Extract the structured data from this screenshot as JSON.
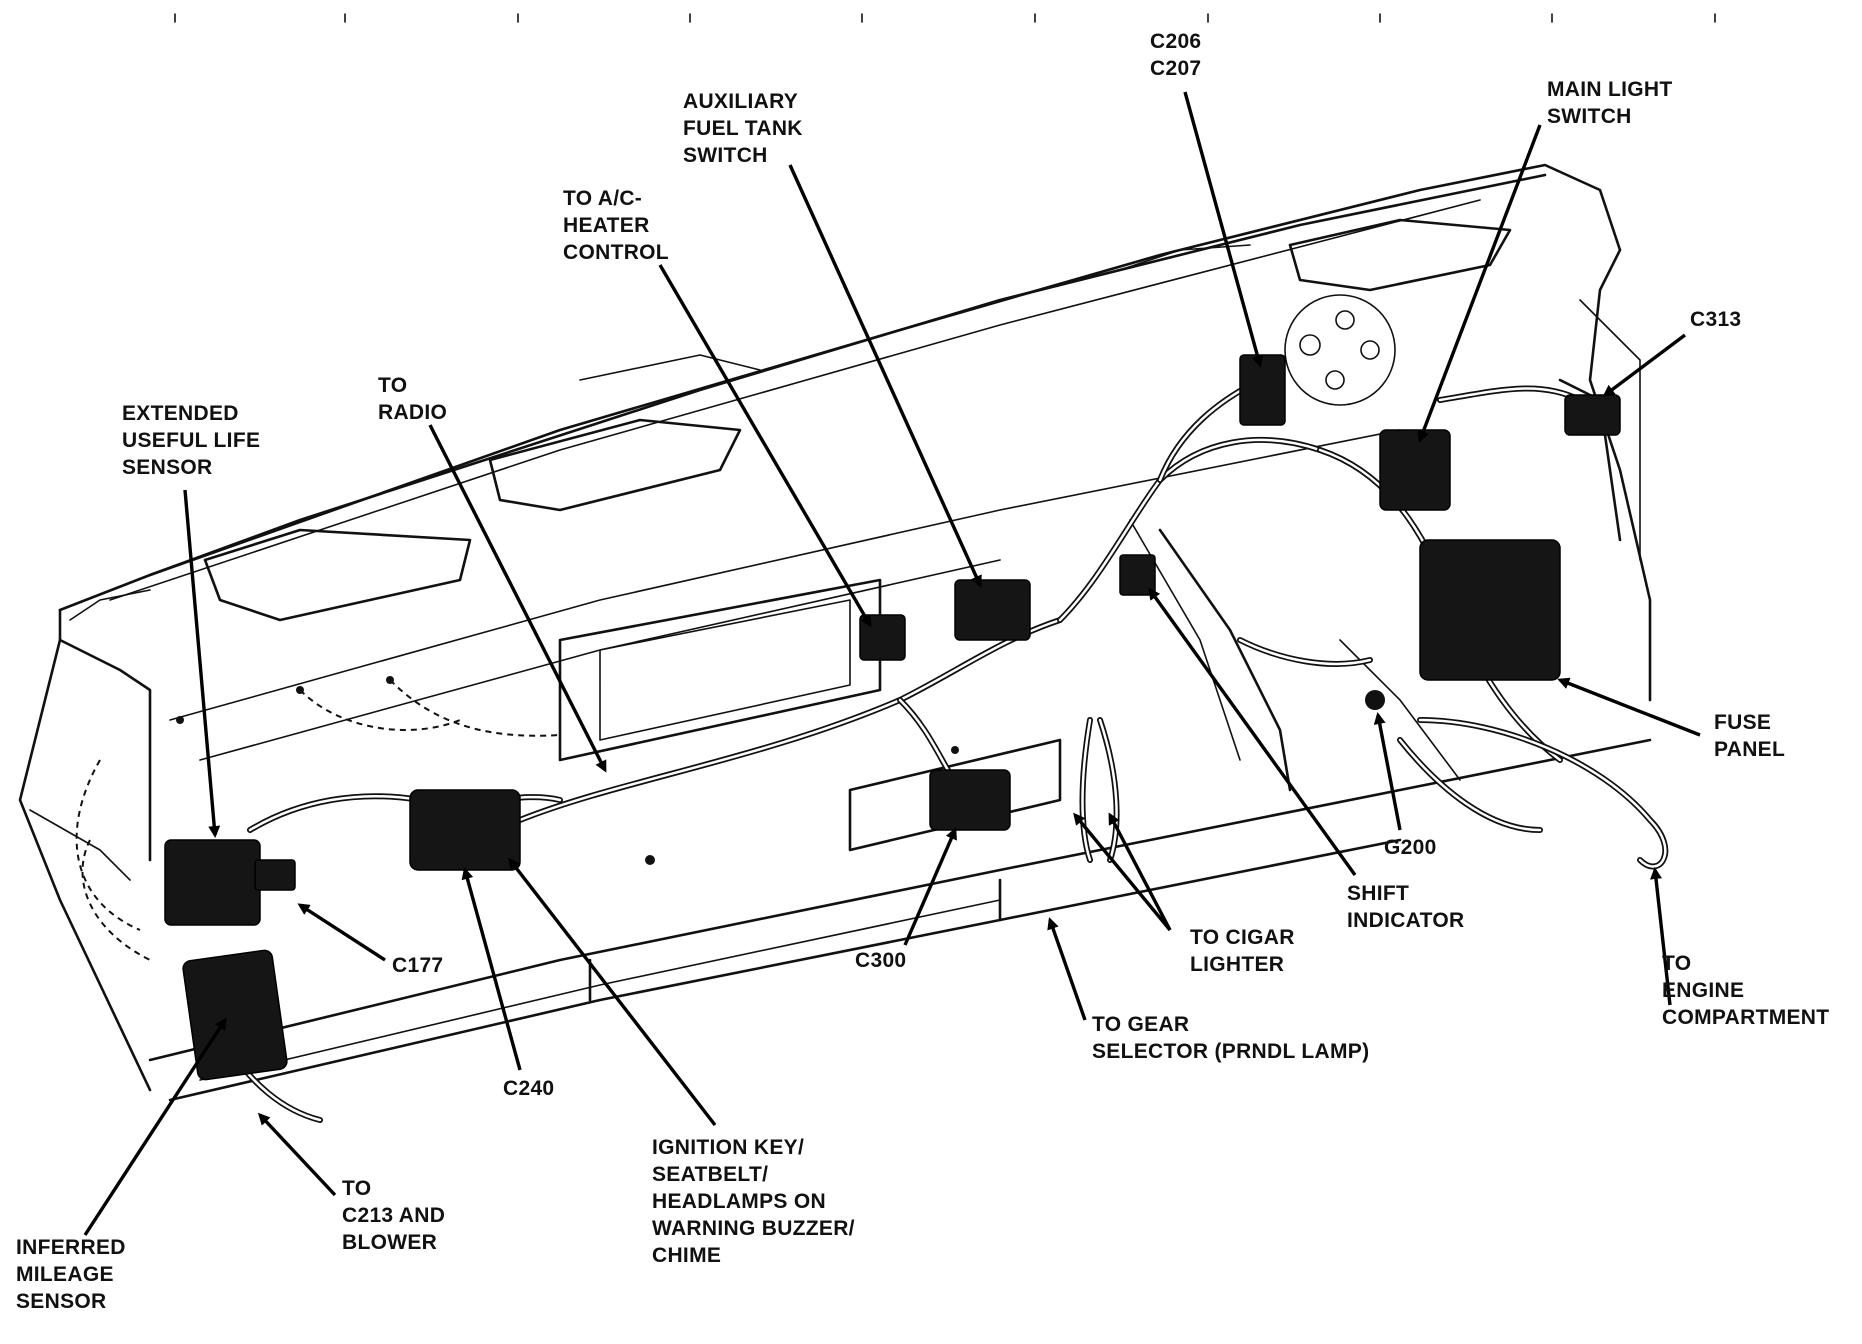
{
  "diagram": {
    "labels": {
      "c206": "C206",
      "c207": "C207",
      "aux_fuel_1": "AUXILIARY",
      "aux_fuel_2": "FUEL TANK",
      "aux_fuel_3": "SWITCH",
      "main_light_1": "MAIN LIGHT",
      "main_light_2": "SWITCH",
      "ac_1": "TO A/C-",
      "ac_2": "HEATER",
      "ac_3": "CONTROL",
      "c313": "C313",
      "radio_1": "TO",
      "radio_2": "RADIO",
      "eul_1": "EXTENDED",
      "eul_2": "USEFUL LIFE",
      "eul_3": "SENSOR",
      "fuse_1": "FUSE",
      "fuse_2": "PANEL",
      "g200": "G200",
      "shift_1": "SHIFT",
      "shift_2": "INDICATOR",
      "cigar_1": "TO CIGAR",
      "cigar_2": "LIGHTER",
      "c300": "C300",
      "c177": "C177",
      "engine_1": "TO",
      "engine_2": "ENGINE",
      "engine_3": "COMPARTMENT",
      "gear_1": "TO GEAR",
      "gear_2": "SELECTOR (PRNDL LAMP)",
      "c240": "C240",
      "ign_1": "IGNITION KEY/",
      "ign_2": "SEATBELT/",
      "ign_3": "HEADLAMPS ON",
      "ign_4": "WARNING BUZZER/",
      "ign_5": "CHIME",
      "c213_1": "TO",
      "c213_2": "C213 AND",
      "c213_3": "BLOWER",
      "ims_1": "INFERRED",
      "ims_2": "MILEAGE",
      "ims_3": "SENSOR"
    }
  }
}
